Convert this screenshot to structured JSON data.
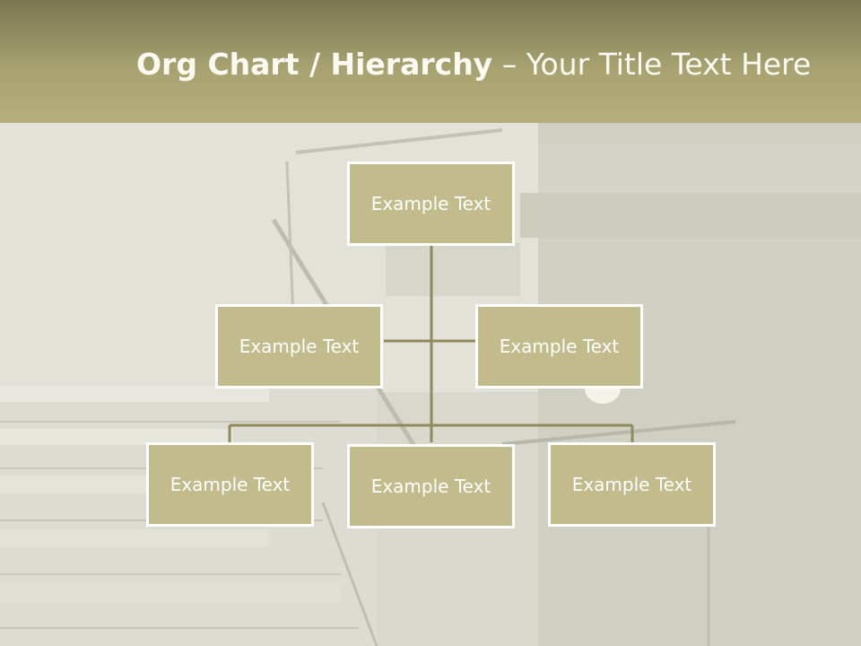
{
  "slide": {
    "title_bold": "Org Chart / Hierarchy",
    "title_dash": " – ",
    "title_rest": "Your Title Text Here"
  },
  "colors": {
    "header": "#aaa572",
    "box_fill": "#c2bb8b",
    "box_border": "#ffffff",
    "connector": "#8f8a5c",
    "text": "#ffffff"
  },
  "org_chart": {
    "root": {
      "label": "Example Text"
    },
    "assistants": [
      {
        "label": "Example Text"
      },
      {
        "label": "Example Text"
      }
    ],
    "children": [
      {
        "label": "Example Text"
      },
      {
        "label": "Example Text"
      },
      {
        "label": "Example Text"
      }
    ]
  }
}
